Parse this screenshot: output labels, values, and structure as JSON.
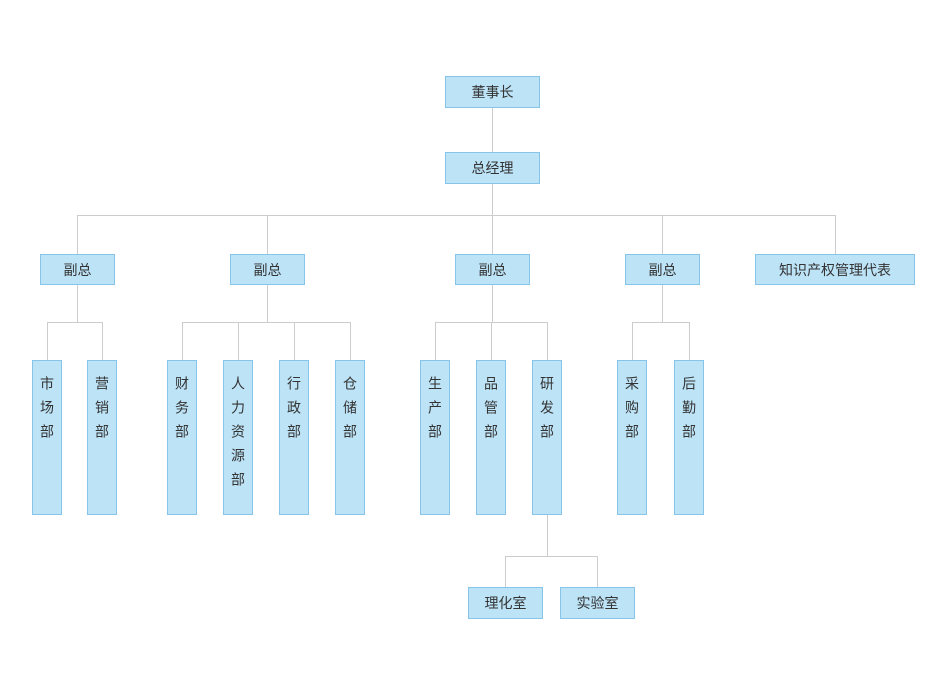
{
  "org_chart": {
    "colors": {
      "box_fill": "#bde3f7",
      "box_border": "#86c5e9",
      "connector": "#cccccc",
      "text": "#333333"
    },
    "root": {
      "label": "董事长",
      "children": [
        {
          "label": "总经理",
          "children": [
            {
              "label": "副总",
              "children": [
                {
                  "label": "市场部"
                },
                {
                  "label": "营销部"
                }
              ]
            },
            {
              "label": "副总",
              "children": [
                {
                  "label": "财务部"
                },
                {
                  "label": "人力资源部"
                },
                {
                  "label": "行政部"
                },
                {
                  "label": "仓储部"
                }
              ]
            },
            {
              "label": "副总",
              "children": [
                {
                  "label": "生产部"
                },
                {
                  "label": "品管部"
                },
                {
                  "label": "研发部",
                  "children": [
                    {
                      "label": "理化室"
                    },
                    {
                      "label": "实验室"
                    }
                  ]
                }
              ]
            },
            {
              "label": "副总",
              "children": [
                {
                  "label": "采购部"
                },
                {
                  "label": "后勤部"
                }
              ]
            },
            {
              "label": "知识产权管理代表"
            }
          ]
        }
      ]
    }
  }
}
